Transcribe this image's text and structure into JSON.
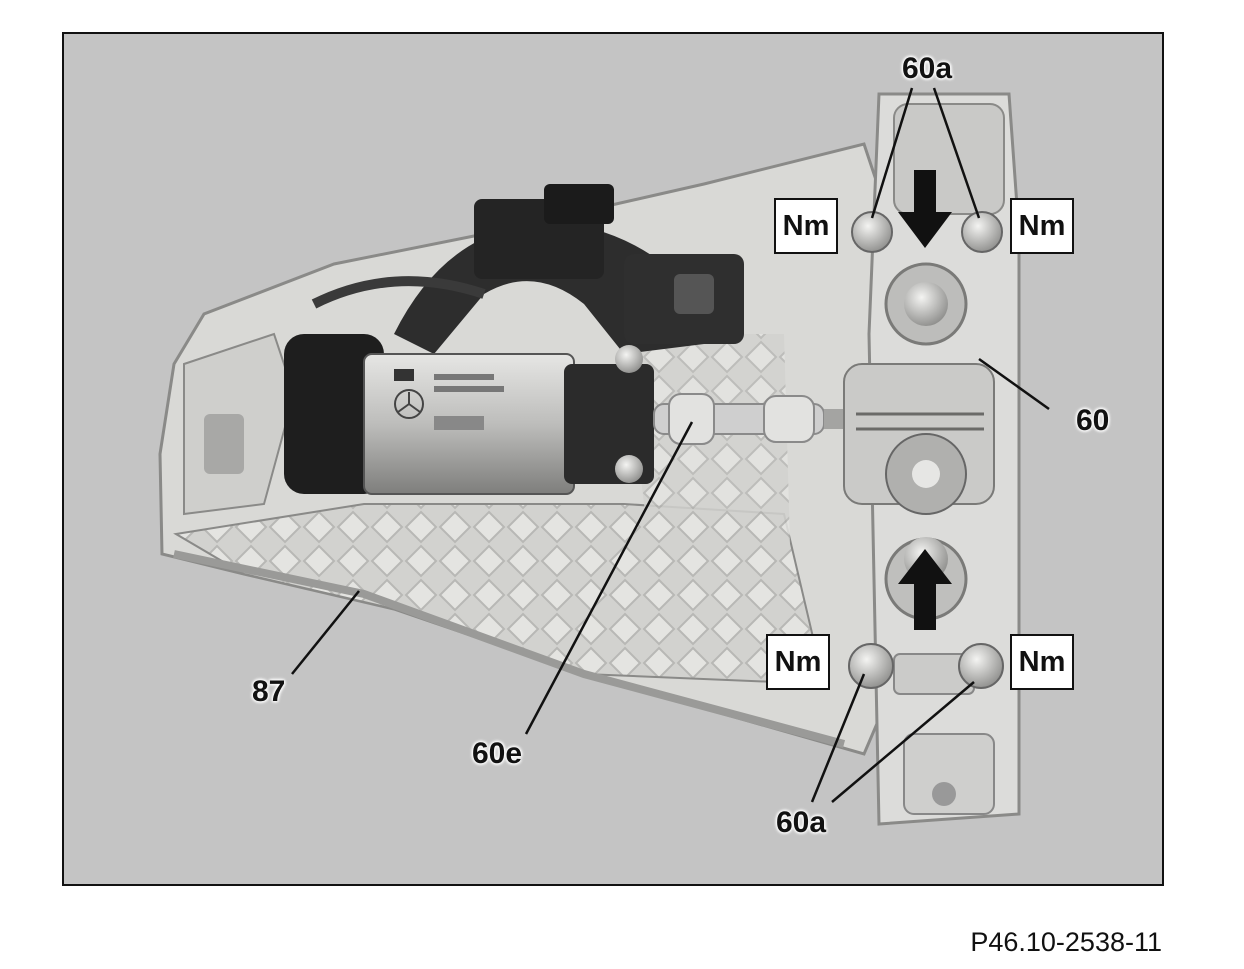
{
  "figure": {
    "reference_code": "P46.10-2538-11",
    "callouts": {
      "c60a_top": "60a",
      "c60": "60",
      "c60e": "60e",
      "c87": "87",
      "c60a_bottom": "60a"
    },
    "torque_labels": {
      "top_left": "Nm",
      "top_right": "Nm",
      "bottom_left": "Nm",
      "bottom_right": "Nm"
    },
    "colors": {
      "background": "#c4c4c4",
      "housing": "#d8d8d6",
      "motor_body": "#b9b9b9",
      "connector": "#2a2a2a",
      "arrow": "#111111"
    }
  }
}
